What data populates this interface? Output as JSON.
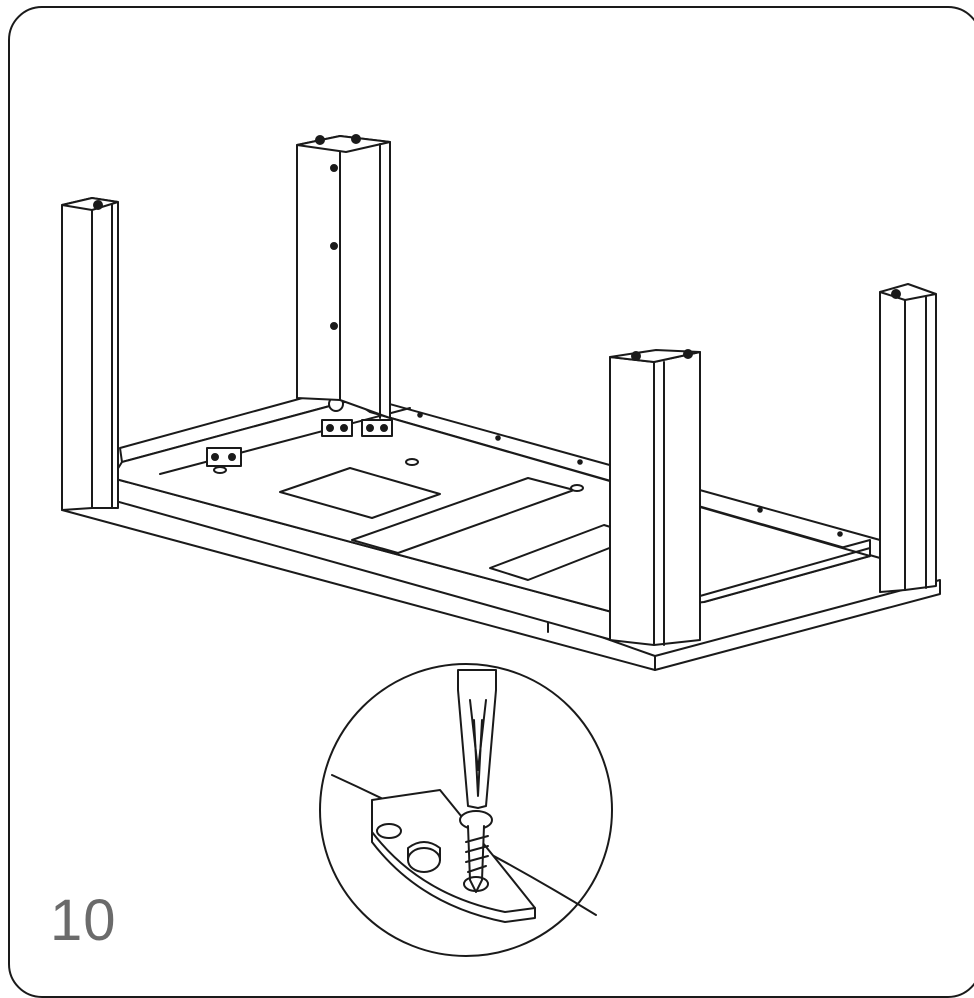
{
  "instruction": {
    "step_number": "10"
  },
  "illustration": {
    "subject": "table-frame-upside-down",
    "detail_callout": "screw-into-corner-bracket",
    "icons": [
      "screwdriver-icon",
      "screw-icon",
      "table-leg-icon",
      "corner-bracket-icon"
    ]
  },
  "colors": {
    "line": "#1a1a1a",
    "fill": "#ffffff",
    "step_text": "#6b6b6b"
  }
}
